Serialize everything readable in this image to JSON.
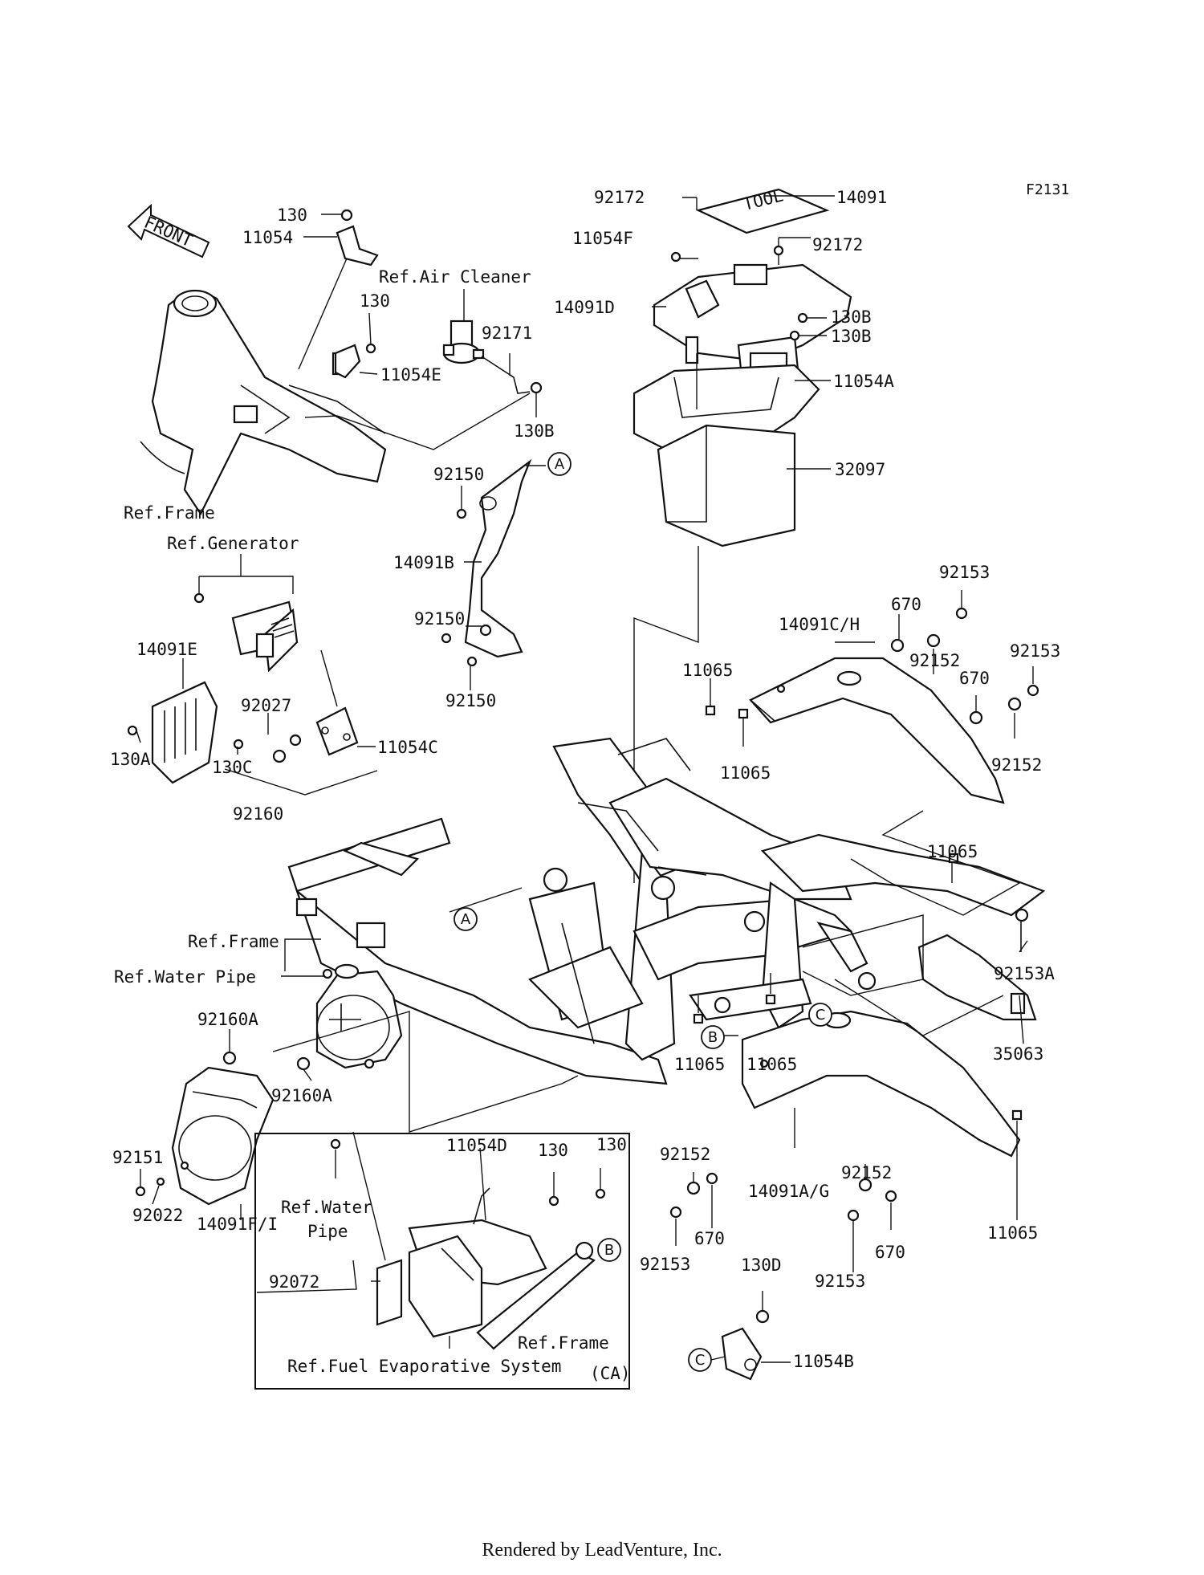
{
  "figure_code": "F2131",
  "front_arrow_label": "FRONT",
  "footer": "Rendered by LeadVenture, Inc.",
  "ref_labels": {
    "air_cleaner": "Ref.Air Cleaner",
    "frame_top": "Ref.Frame",
    "generator": "Ref.Generator",
    "frame_mid": "Ref.Frame",
    "water_pipe_top": "Ref.Water Pipe",
    "water_pipe_bottom_1": "Ref.Water",
    "water_pipe_bottom_2": "Pipe",
    "frame_inset": "Ref.Frame",
    "fuel_evap": "Ref.Fuel Evaporative System",
    "inset_region": "(CA)"
  },
  "callouts": {
    "a_top": "A",
    "a_frame": "A",
    "b_inset": "B",
    "b_frame": "B",
    "c_frame": "C",
    "c_bracket": "C"
  },
  "parts": {
    "p130_top": "130",
    "p11054": "11054",
    "p130_mid": "130",
    "p92171": "92171",
    "p11054E": "11054E",
    "p130B_left": "130B",
    "p92172_top": "92172",
    "p14091": "14091",
    "p11054F": "11054F",
    "p92172_right": "92172",
    "p14091D": "14091D",
    "p130B_1": "130B",
    "p130B_2": "130B",
    "p11054A": "11054A",
    "p32097": "32097",
    "p92150_1": "92150",
    "p14091B": "14091B",
    "p92150_2": "92150",
    "p92150_3": "92150",
    "p92153_1": "92153",
    "p14091CH": "14091C/H",
    "p670_1": "670",
    "p92153_2": "92153",
    "p11065_1": "11065",
    "p92152_1": "92152",
    "p670_2": "670",
    "p11065_2": "11065",
    "p92152_2": "92152",
    "p11065_3": "11065",
    "p14091E": "14091E",
    "p92027": "92027",
    "p130A": "130A",
    "p130C": "130C",
    "p11054C": "11054C",
    "p92160": "92160",
    "p92153A": "92153A",
    "p35063": "35063",
    "p92160A_1": "92160A",
    "p92160A_2": "92160A",
    "p92151": "92151",
    "p92022": "92022",
    "p14091FI": "14091F/I",
    "p11065_4": "11065",
    "p11065_5": "11065",
    "p92152_3": "92152",
    "p14091AG": "14091A/G",
    "p92152_4": "92152",
    "p670_3": "670",
    "p92153_3": "92153",
    "p670_4": "670",
    "p92153_4": "92153",
    "p11065_6": "11065",
    "p11054D": "11054D",
    "p130_inset_1": "130",
    "p130_inset_2": "130",
    "p92072": "92072",
    "p130D": "130D",
    "p11054B": "11054B"
  }
}
